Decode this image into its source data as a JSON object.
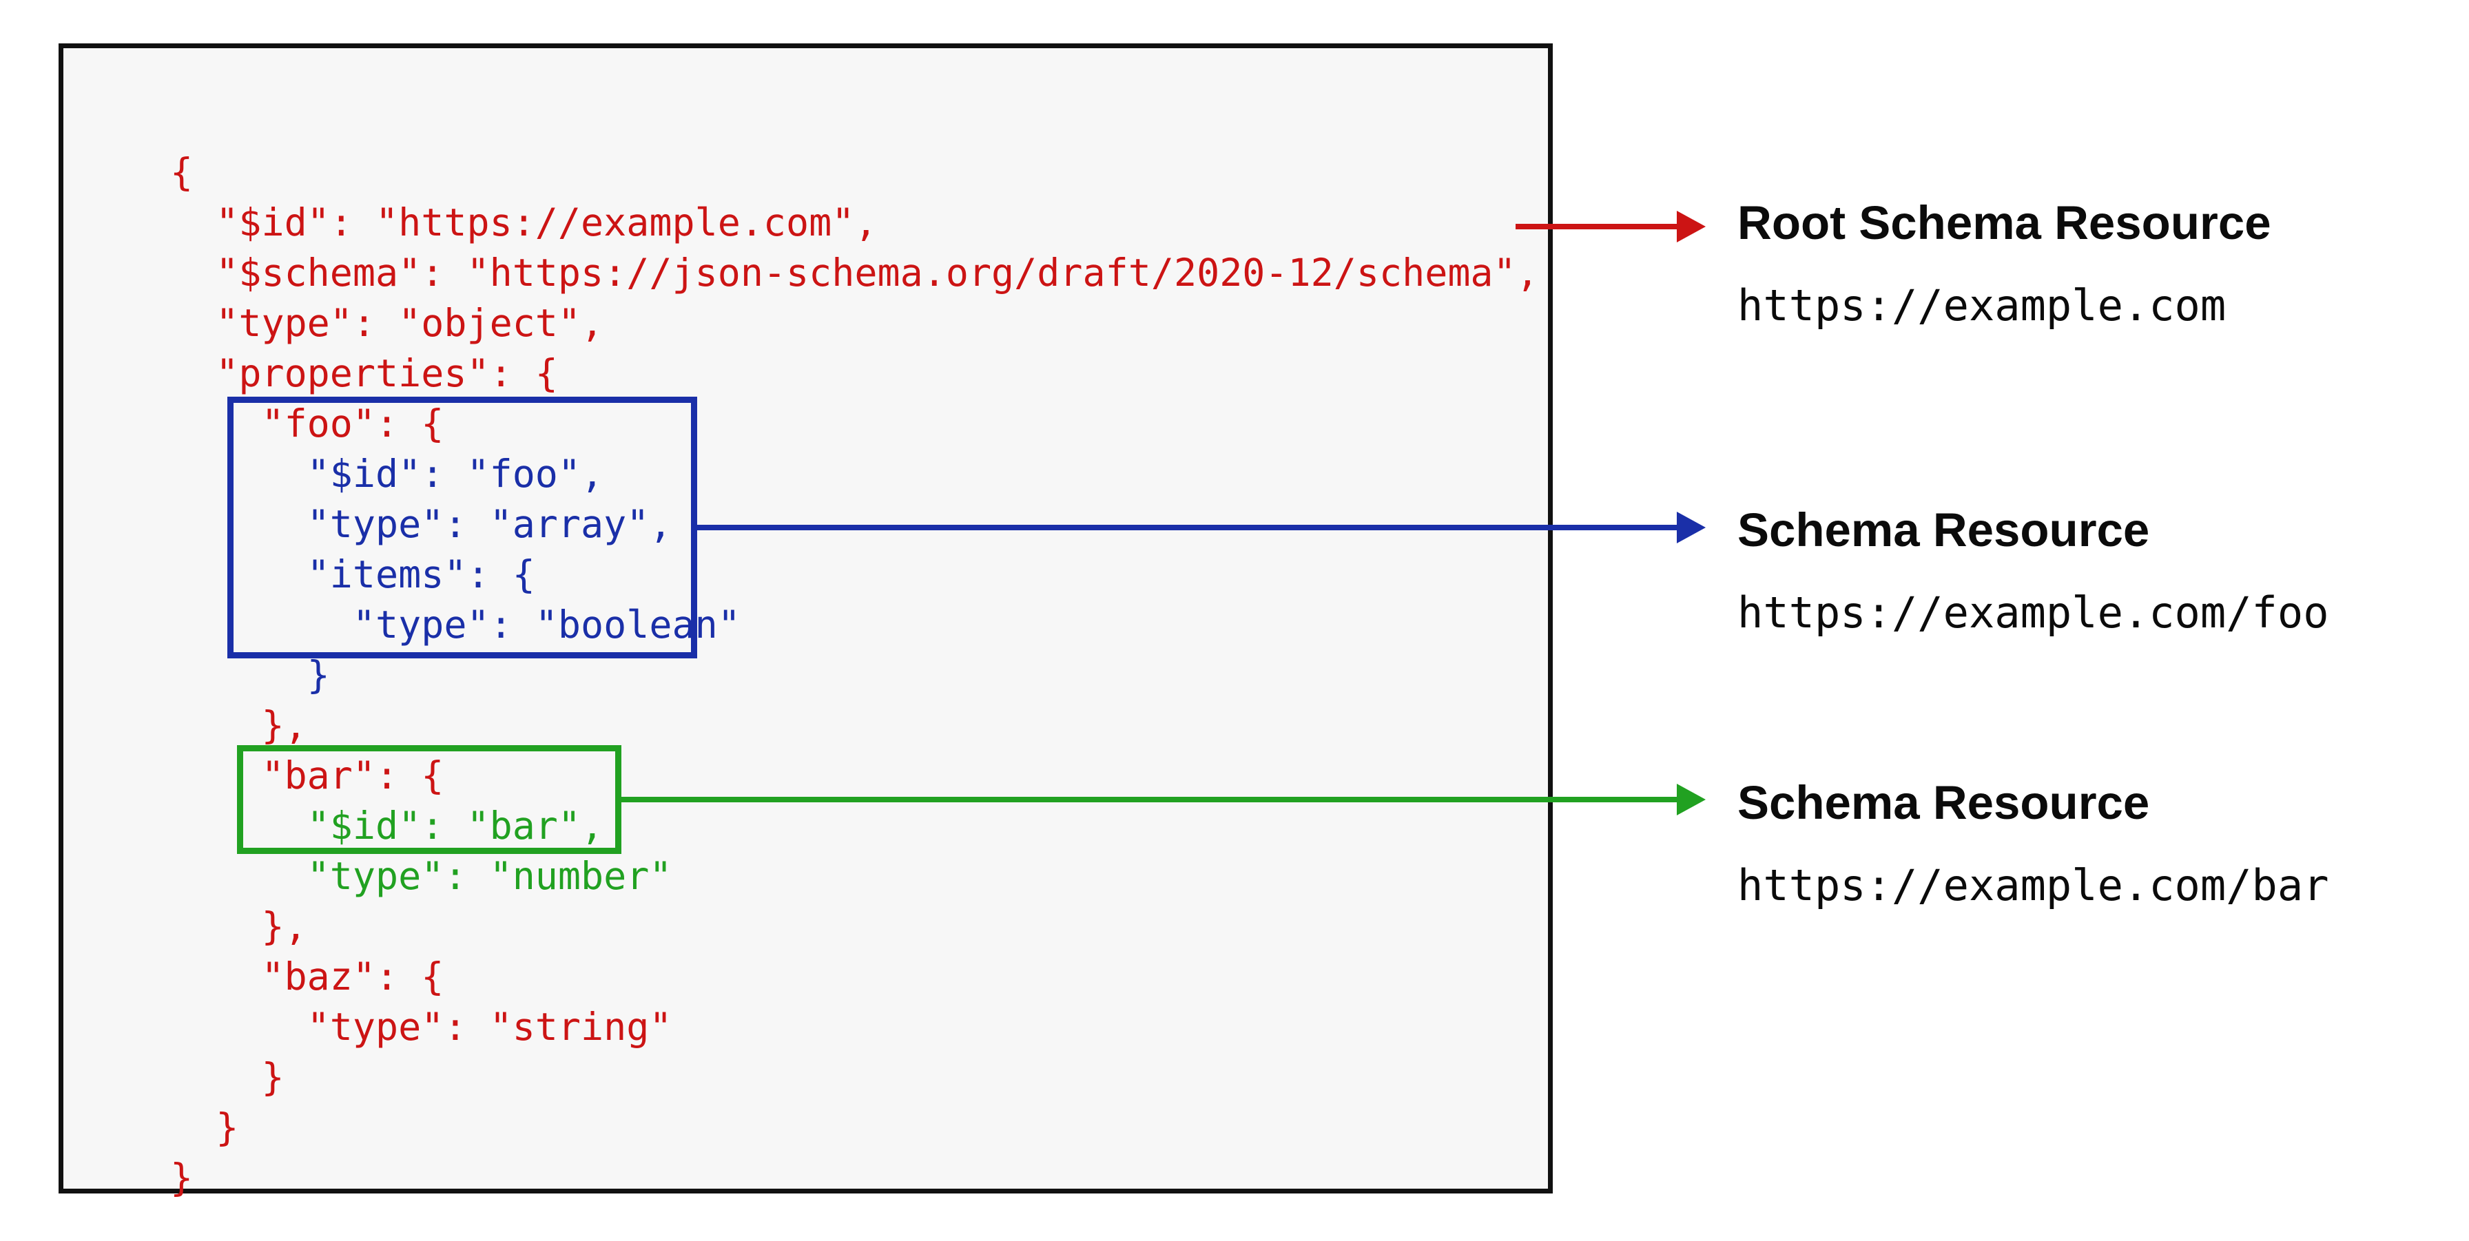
{
  "colors": {
    "red": "#cc1414",
    "blue": "#1a2fa8",
    "green": "#21a121",
    "panel_border": "#111111",
    "panel_bg": "#f7f7f7",
    "label_text": "#0b0b0b"
  },
  "code_panel": {
    "lines": [
      {
        "text": "{",
        "color": "red"
      },
      {
        "text": "  \"$id\": \"https://example.com\",",
        "color": "red"
      },
      {
        "text": "  \"$schema\": \"https://json-schema.org/draft/2020-12/schema\",",
        "color": "red"
      },
      {
        "text": "  \"type\": \"object\",",
        "color": "red"
      },
      {
        "text": "  \"properties\": {",
        "color": "red"
      },
      {
        "text": "    \"foo\": {",
        "color": "red"
      },
      {
        "text": "      \"$id\": \"foo\",",
        "color": "blue"
      },
      {
        "text": "      \"type\": \"array\",",
        "color": "blue"
      },
      {
        "text": "      \"items\": {",
        "color": "blue"
      },
      {
        "text": "        \"type\": \"boolean\"",
        "color": "blue"
      },
      {
        "text": "      }",
        "color": "blue"
      },
      {
        "text": "    },",
        "color": "red"
      },
      {
        "text": "    \"bar\": {",
        "color": "red"
      },
      {
        "text": "      \"$id\": \"bar\",",
        "color": "green"
      },
      {
        "text": "      \"type\": \"number\"",
        "color": "green"
      },
      {
        "text": "    },",
        "color": "red"
      },
      {
        "text": "    \"baz\": {",
        "color": "red"
      },
      {
        "text": "      \"type\": \"string\"",
        "color": "red"
      },
      {
        "text": "    }",
        "color": "red"
      },
      {
        "text": "  }",
        "color": "red"
      },
      {
        "text": "}",
        "color": "red"
      }
    ]
  },
  "annotations": [
    {
      "title": "Root Schema Resource",
      "url": "https://example.com",
      "color": "red"
    },
    {
      "title": "Schema Resource",
      "url": "https://example.com/foo",
      "color": "blue"
    },
    {
      "title": "Schema Resource",
      "url": "https://example.com/bar",
      "color": "green"
    }
  ]
}
